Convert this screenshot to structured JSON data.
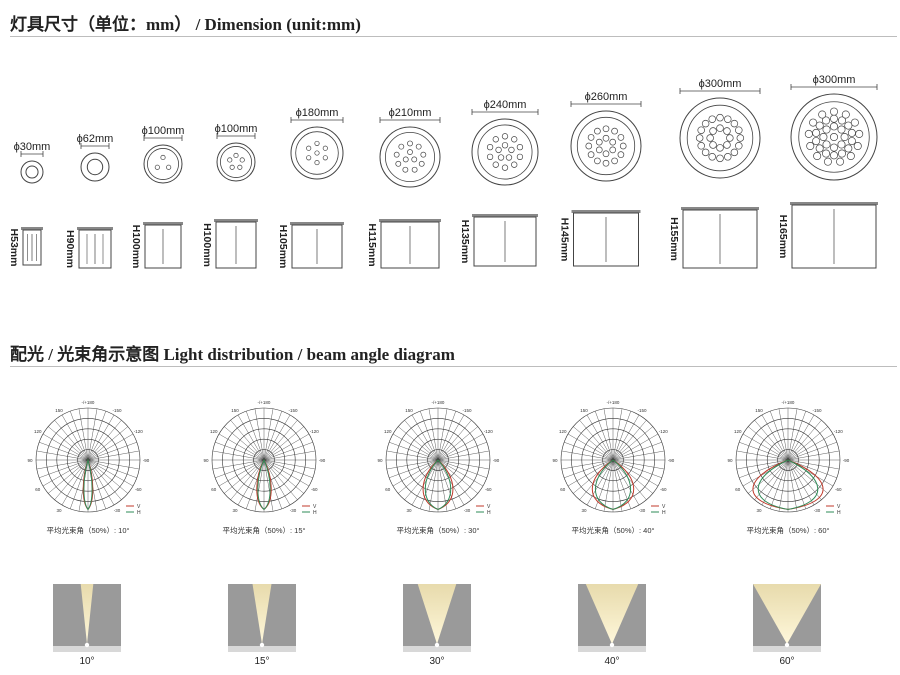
{
  "dimension_section": {
    "title": "灯具尺寸（单位：mm） / Dimension (unit:mm)",
    "fixtures": [
      {
        "diameter": "ϕ30mm",
        "height": "H53mm",
        "leds": 0
      },
      {
        "diameter": "ϕ62mm",
        "height": "H90mm",
        "leds": 0
      },
      {
        "diameter": "ϕ100mm",
        "height": "H100mm",
        "leds": 3
      },
      {
        "diameter": "ϕ100mm",
        "height": "H100mm",
        "leds": 5
      },
      {
        "diameter": "ϕ180mm",
        "height": "H105mm",
        "leds": 7
      },
      {
        "diameter": "ϕ210mm",
        "height": "H115mm",
        "leds": 12
      },
      {
        "diameter": "ϕ240mm",
        "height": "H135mm",
        "leds": 15
      },
      {
        "diameter": "ϕ260mm",
        "height": "H145mm",
        "leds": 18
      },
      {
        "diameter": "ϕ300mm",
        "height": "H155mm",
        "leds": 24
      },
      {
        "diameter": "ϕ300mm",
        "height": "H165mm",
        "leds": 36
      }
    ]
  },
  "light_section": {
    "title": "配光 / 光束角示意图   Light distribution / beam angle diagram",
    "polar_labels": [
      "-150",
      "-/+180",
      "150",
      "-120",
      "120",
      "-90",
      "90",
      "-60",
      "60",
      "-30",
      "30"
    ],
    "legend": [
      "V",
      "H"
    ],
    "diagrams": [
      {
        "caption": "平均光束角（50%）: 10°",
        "beam_angle": 10,
        "label": "10°"
      },
      {
        "caption": "平均光束角（50%）: 15°",
        "beam_angle": 15,
        "label": "15°"
      },
      {
        "caption": "平均光束角（50%）: 30°",
        "beam_angle": 30,
        "label": "30°"
      },
      {
        "caption": "平均光束角（50%）: 40°",
        "beam_angle": 40,
        "label": "40°"
      },
      {
        "caption": "平均光束角（50%）: 60°",
        "beam_angle": 60,
        "label": "60°"
      }
    ],
    "colors": {
      "curve_v": "#c0392b",
      "curve_h": "#2e8b57",
      "grid": "#333333",
      "beam": "#f5e6b0",
      "wall": "#9a9a9a"
    }
  }
}
